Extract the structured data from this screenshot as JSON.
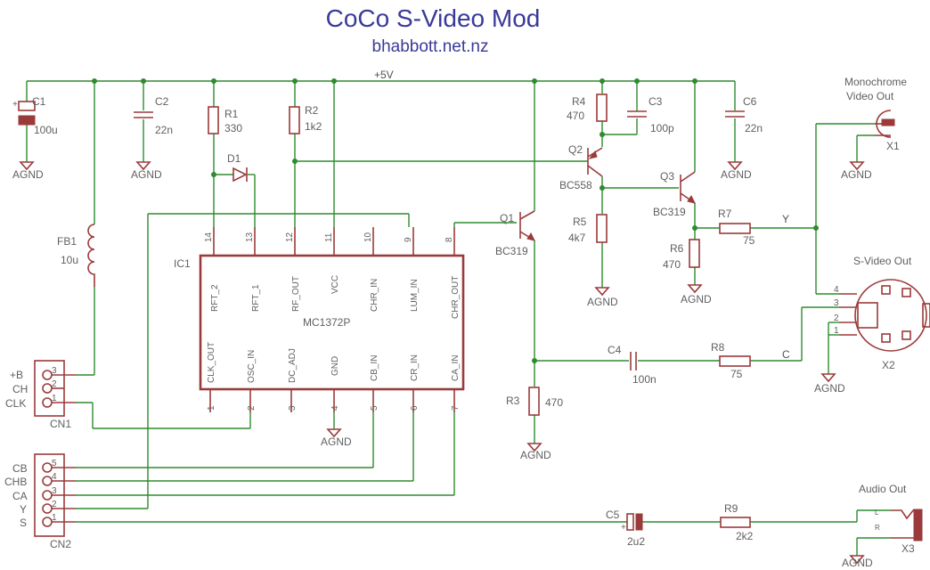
{
  "title": "CoCo S-Video Mod",
  "subtitle": "bhabbott.net.nz",
  "colors": {
    "wire": "#2e8b2e",
    "component": "#9b3a3a",
    "text": "#606060",
    "title": "#3a3a9a"
  },
  "supply": {
    "label": "+5V"
  },
  "ground": {
    "label": "AGND"
  },
  "ic": {
    "name": "IC1",
    "part": "MC1372P",
    "top_pins": [
      {
        "num": "14",
        "name": "RFT_2"
      },
      {
        "num": "13",
        "name": "RFT_1"
      },
      {
        "num": "12",
        "name": "RF_OUT"
      },
      {
        "num": "11",
        "name": "VCC"
      },
      {
        "num": "10",
        "name": "CHR_IN"
      },
      {
        "num": "9",
        "name": "LUM_IN"
      },
      {
        "num": "8",
        "name": "CHR_OUT"
      }
    ],
    "bottom_pins": [
      {
        "num": "1",
        "name": "CLK_OUT"
      },
      {
        "num": "2",
        "name": "OSC_IN"
      },
      {
        "num": "3",
        "name": "DC_ADJ"
      },
      {
        "num": "4",
        "name": "GND"
      },
      {
        "num": "5",
        "name": "CB_IN"
      },
      {
        "num": "6",
        "name": "CR_IN"
      },
      {
        "num": "7",
        "name": "CA_IN"
      }
    ]
  },
  "components": {
    "c1": {
      "name": "C1",
      "value": "100u"
    },
    "c2": {
      "name": "C2",
      "value": "22n"
    },
    "r1": {
      "name": "R1",
      "value": "330"
    },
    "r2": {
      "name": "R2",
      "value": "1k2"
    },
    "d1": {
      "name": "D1"
    },
    "fb1": {
      "name": "FB1",
      "value": "10u"
    },
    "r4": {
      "name": "R4",
      "value": "470"
    },
    "c3": {
      "name": "C3",
      "value": "100p"
    },
    "c6": {
      "name": "C6",
      "value": "22n"
    },
    "q2": {
      "name": "Q2",
      "value": "BC558"
    },
    "q3": {
      "name": "Q3",
      "value": "BC319"
    },
    "q1": {
      "name": "Q1",
      "value": "BC319"
    },
    "r5": {
      "name": "R5",
      "value": "4k7"
    },
    "r6": {
      "name": "R6",
      "value": "470"
    },
    "r7": {
      "name": "R7",
      "value": "75"
    },
    "r3": {
      "name": "R3",
      "value": "470"
    },
    "c4": {
      "name": "C4",
      "value": "100n"
    },
    "r8": {
      "name": "R8",
      "value": "75"
    },
    "c5": {
      "name": "C5",
      "value": "2u2"
    },
    "r9": {
      "name": "R9",
      "value": "2k2"
    }
  },
  "nets": {
    "y": "Y",
    "c": "C"
  },
  "connectors": {
    "cn1": {
      "name": "CN1",
      "pins": [
        {
          "num": "3",
          "label": "+B"
        },
        {
          "num": "2",
          "label": "CH"
        },
        {
          "num": "1",
          "label": "CLK"
        }
      ]
    },
    "cn2": {
      "name": "CN2",
      "pins": [
        {
          "num": "5",
          "label": "CB"
        },
        {
          "num": "4",
          "label": "CHB"
        },
        {
          "num": "3",
          "label": "CA"
        },
        {
          "num": "2",
          "label": "Y"
        },
        {
          "num": "1",
          "label": "S"
        }
      ]
    },
    "x1": {
      "name": "X1",
      "title_line1": "Monochrome",
      "title_line2": "Video Out"
    },
    "x2": {
      "name": "X2",
      "title": "S-Video Out",
      "pins": [
        "4",
        "3",
        "2",
        "1"
      ]
    },
    "x3": {
      "name": "X3",
      "title": "Audio Out",
      "pin_l": "L",
      "pin_r": "R"
    }
  }
}
